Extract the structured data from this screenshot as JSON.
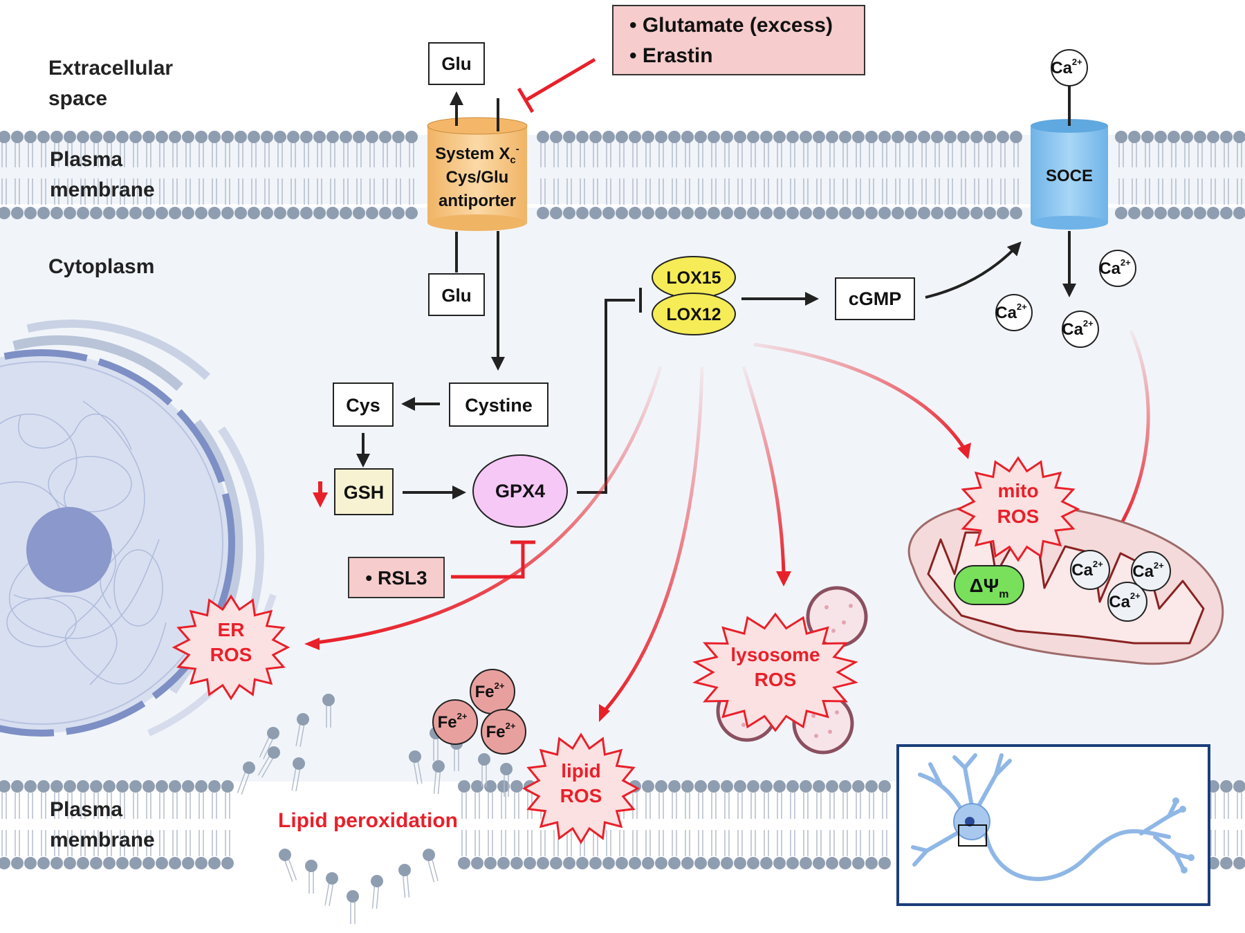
{
  "regions": {
    "extracellular": [
      "Extracellular",
      "space"
    ],
    "plasma_top": [
      "Plasma",
      "membrane"
    ],
    "cytoplasm": "Cytoplasm",
    "plasma_bottom": [
      "Plasma",
      "membrane"
    ]
  },
  "inducers": {
    "items": [
      "• Glutamate (excess)",
      "• Erastin"
    ]
  },
  "antiporter": {
    "line1_main": "System X",
    "line1_sub": "c",
    "line1_sup": "-",
    "line2": "Cys/Glu",
    "line3": "antiporter"
  },
  "nodes": {
    "glu_out": "Glu",
    "glu_in": "Glu",
    "cystine": "Cystine",
    "cys": "Cys",
    "gsh": "GSH",
    "gpx4": "GPX4",
    "rsl3": "• RSL3",
    "lox15": "LOX15",
    "lox12": "LOX12",
    "cgmp": "cGMP",
    "soce": "SOCE"
  },
  "ions": {
    "ca_base": "Ca",
    "ca_charge": "2+",
    "fe_base": "Fe",
    "fe_charge": "2+"
  },
  "ros": {
    "er": [
      "ER",
      "ROS"
    ],
    "mito": [
      "mito",
      "ROS"
    ],
    "lysosome": [
      "lysosome",
      "ROS"
    ],
    "lipid": [
      "lipid",
      "ROS"
    ]
  },
  "membrane_potential": {
    "symbol": "ΔΨ",
    "sub": "m"
  },
  "lipid_peroxidation": "Lipid peroxidation",
  "colors": {
    "inhibit_red": "#e8202a",
    "pink_box": "#f6cccc",
    "lox_yellow": "#f5ec57",
    "gpx4_pink": "#f6c8f6",
    "soce_blue": "#8cc6f0",
    "antiporter_orange": "#f6c987",
    "membrane_head": "#8f9db0",
    "dpsi_green": "#78e05a"
  }
}
